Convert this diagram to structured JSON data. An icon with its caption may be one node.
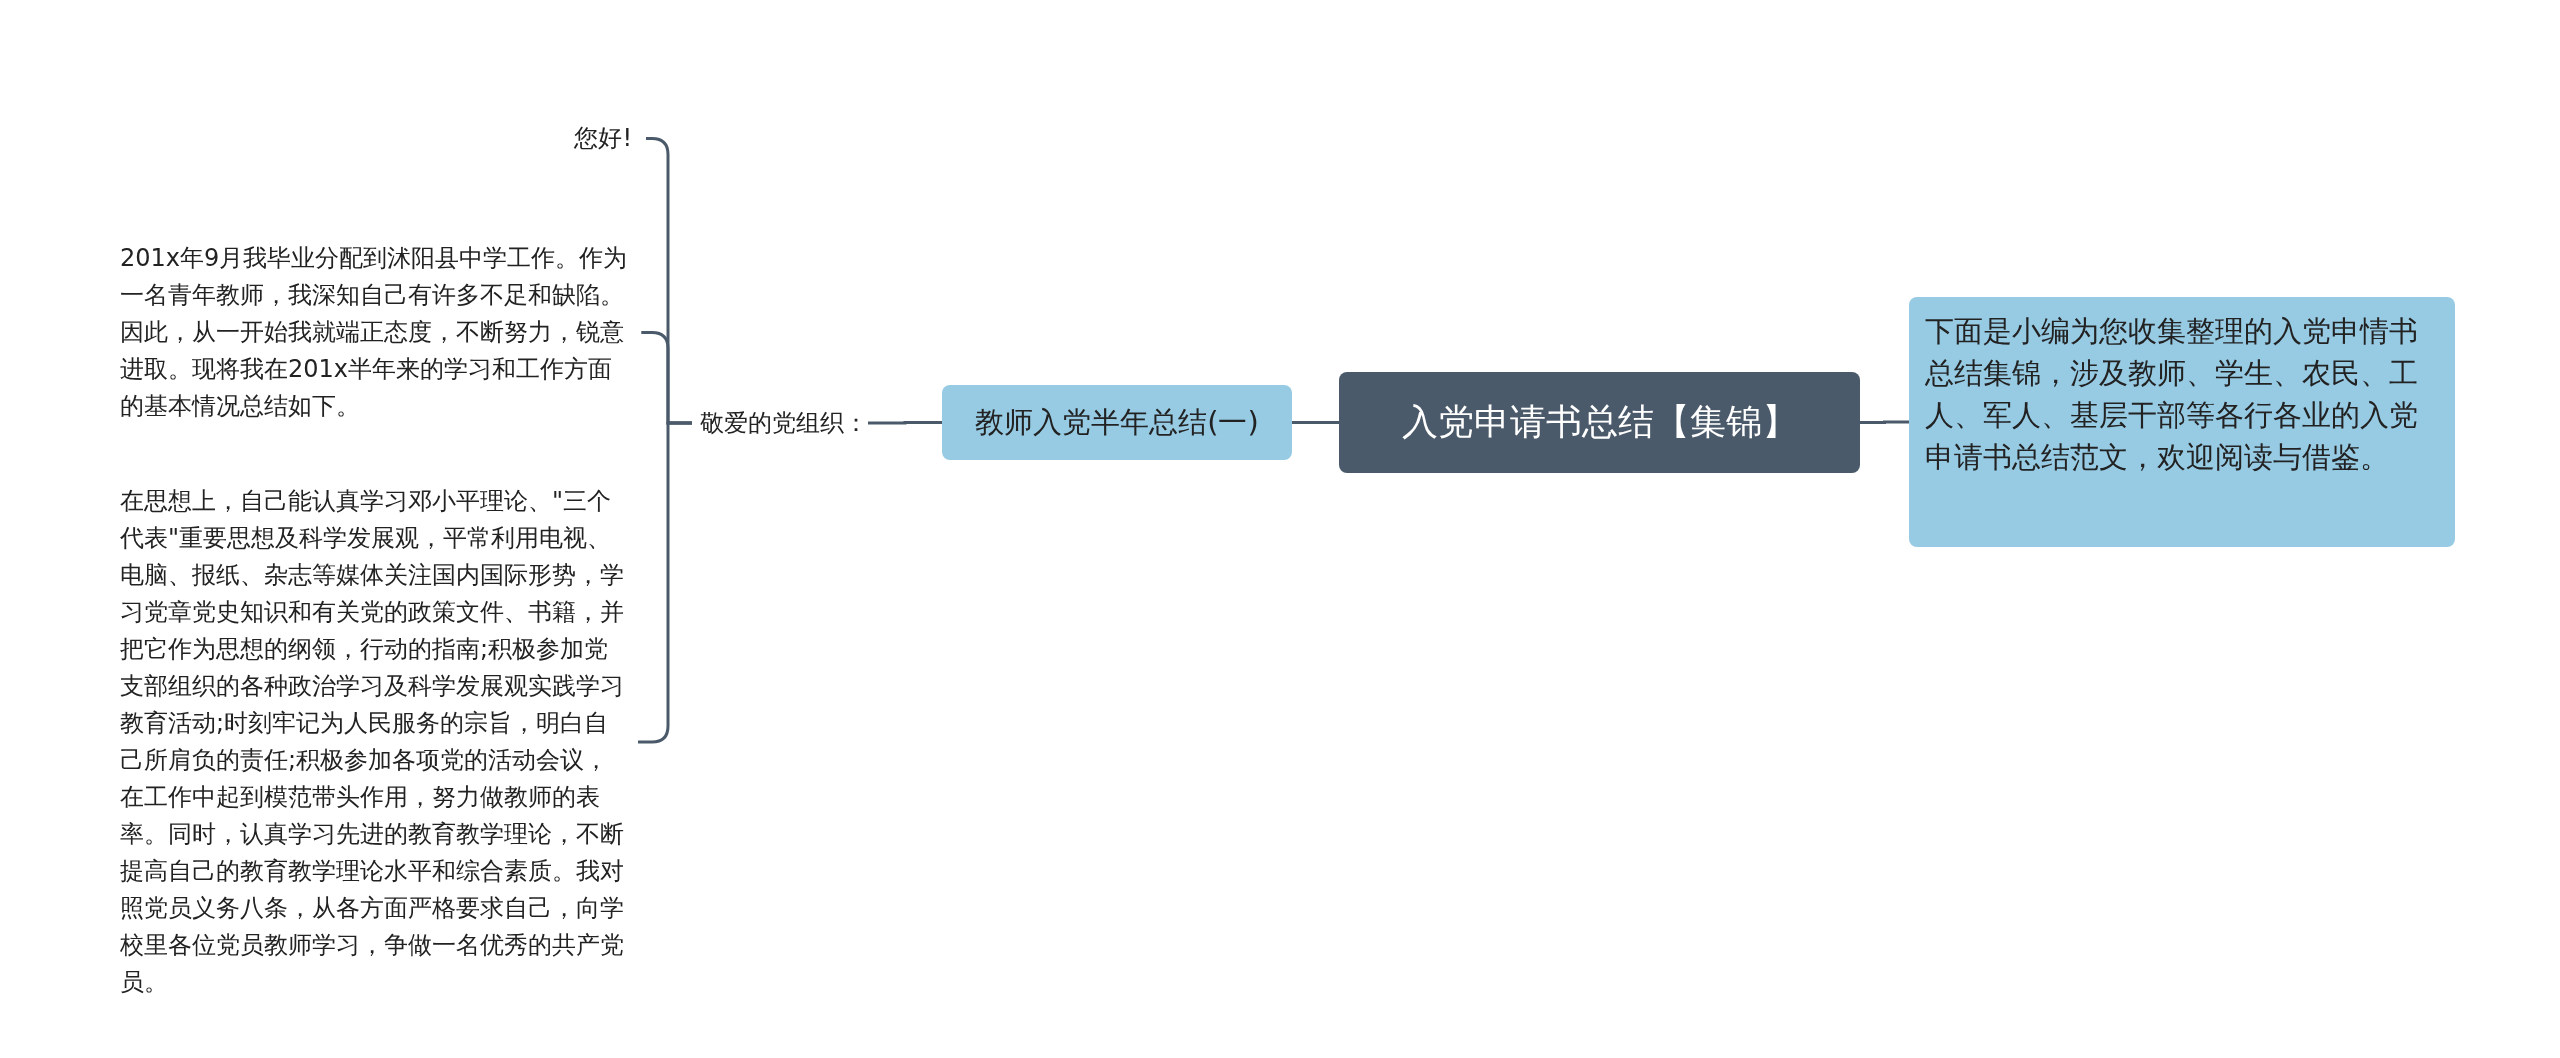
{
  "diagram": {
    "nodes": [
      {
        "text": [
          "入党申请书总结【集锦】"
        ]
      },
      {
        "text": [
          "下面是小编为您收集整理的入党申情书总结集锦，涉及教师、学生、农民、工人、军人、基层干部等各行各业的入党申请书总结范文，欢迎阅读与借鉴。"
        ]
      },
      {
        "text": [
          "教师入党半年总结(一)"
        ]
      },
      {
        "text": [
          "敬爱的党组织："
        ]
      },
      {
        "text": [
          "您好!"
        ]
      },
      {
        "text": [
          "201x年9月我毕业分配到沭阳县中学工作。作为一名青年教师，我深知自己有许多不足和缺陷。因此，从一开始我就端正态度，不断努力，锐意进取。现将我在201x半年来的学习和工作方面的基本情况总结如下。"
        ]
      },
      {
        "text": [
          "在思想上，自己能认真学习邓小平理论、\"三个代表\"重要思想及科学发展观，平常利用电视、电脑、报纸、杂志等媒体关注国内国际形势，学习党章党史知识和有关党的政策文件、书籍，并把它作为思想的纲领，行动的指南;积极参加党支部组织的各种政治学习及科学发展观实践学习教育活动;时刻牢记为人民服务的宗旨，明白自己所肩负的责任;积极参加各项党的活动会议，在工作中起到模范带头作用，努力做教师的表率。同时，认真学习先进的教育教学理论，不断提高自己的教育教学理论水平和综合素质。我对照党员义务八条，从各方面严格要求自己，向学校里各位党员教师学习，争做一名优秀的共产党员。"
        ]
      }
    ],
    "edges": [
      {
        "from": 0,
        "to": 1,
        "arrow": "none"
      },
      {
        "from": 0,
        "to": 2,
        "arrow": "none"
      },
      {
        "from": 2,
        "to": 3,
        "arrow": "none"
      },
      {
        "from": 3,
        "to": 4,
        "arrow": "none"
      },
      {
        "from": 3,
        "to": 5,
        "arrow": "none"
      },
      {
        "from": 3,
        "to": 6,
        "arrow": "none"
      }
    ]
  }
}
